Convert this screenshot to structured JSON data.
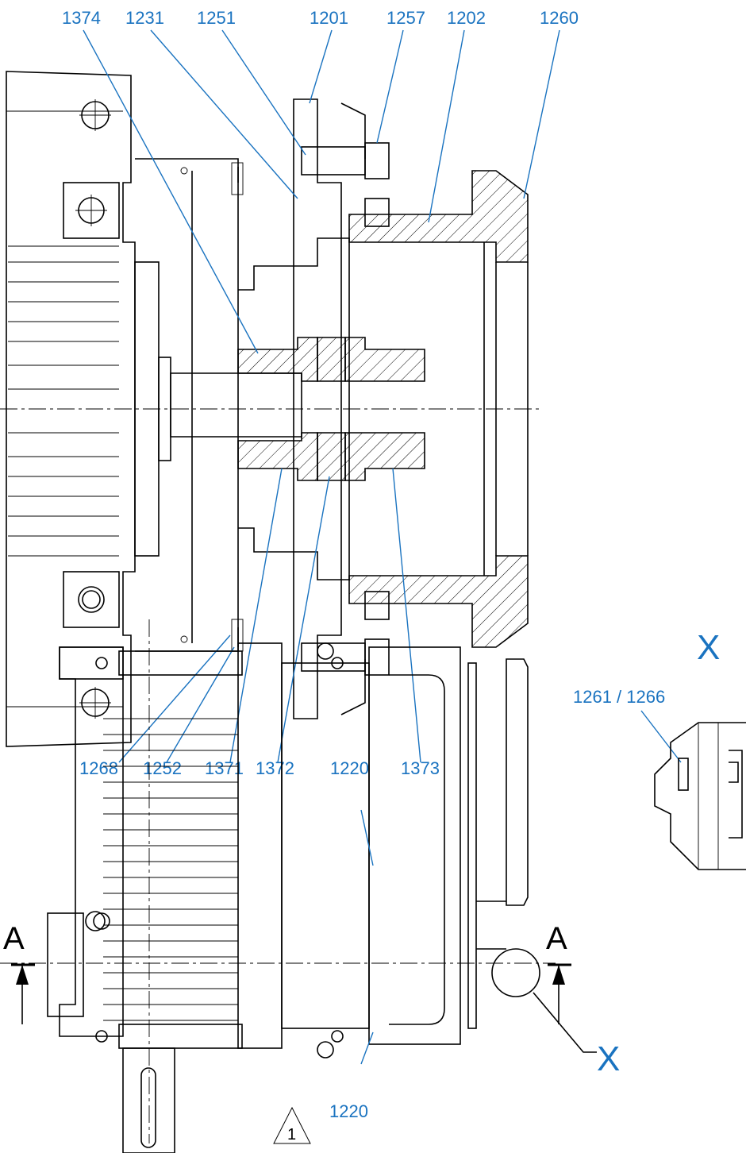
{
  "callouts_top": [
    "1374",
    "1231",
    "1251",
    "1201",
    "1257",
    "1202",
    "1260"
  ],
  "callouts_bottom": [
    "1268",
    "1252",
    "1371",
    "1372",
    "1220",
    "1373"
  ],
  "callout_lower_top": "1220",
  "callout_lower_bottom": "1220",
  "detail_callout": "1261 / 1266",
  "detail_letter": "X",
  "detail_marker_letter": "X",
  "section_left": "A",
  "section_right": "A",
  "revision_number": "1",
  "colors": {
    "callout": "#1a73c0",
    "line": "#000000"
  }
}
